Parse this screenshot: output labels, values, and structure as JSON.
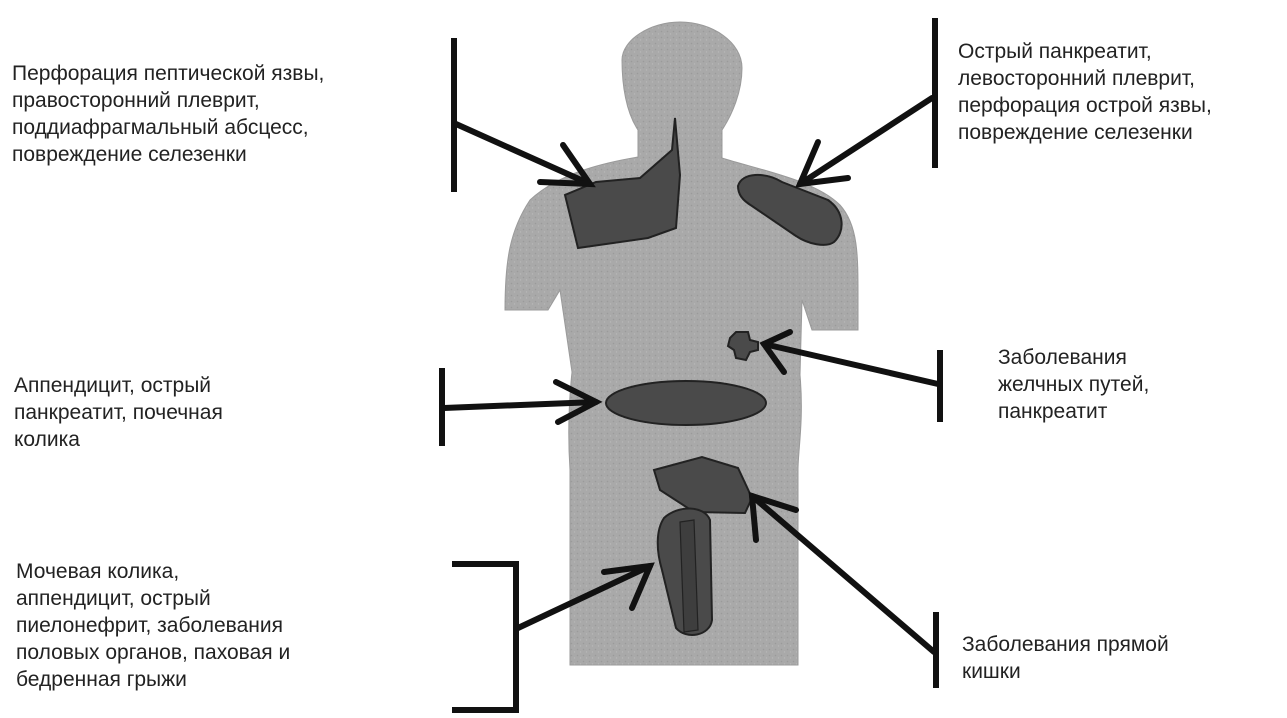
{
  "diagram": {
    "colors": {
      "silhouette": "#a9a9a9",
      "pain_zone": "#4a4a4a",
      "pain_zone_outline": "#222222",
      "lines": "#111111",
      "text": "#222222"
    },
    "labels": {
      "top_left": [
        "Перфорация пептической язвы,",
        "правосторонний плеврит,",
        "поддиафрагмальный абсцесс,",
        "повреждение селезенки"
      ],
      "top_right": [
        "Острый панкреатит,",
        "левосторонний плеврит,",
        "перфорация острой язвы,",
        "повреждение селезенки"
      ],
      "mid_left": [
        "Аппендицит, острый",
        "панкреатит, почечная",
        "колика"
      ],
      "mid_right": [
        "Заболевания",
        "желчных путей,",
        "панкреатит"
      ],
      "bottom_left": [
        "Мочевая колика,",
        "аппендицит, острый",
        "пиелонефрит, заболевания",
        "половых органов, паховая и",
        "бедренная грыжи"
      ],
      "bottom_right": [
        "Заболевания прямой",
        "кишки"
      ]
    }
  }
}
